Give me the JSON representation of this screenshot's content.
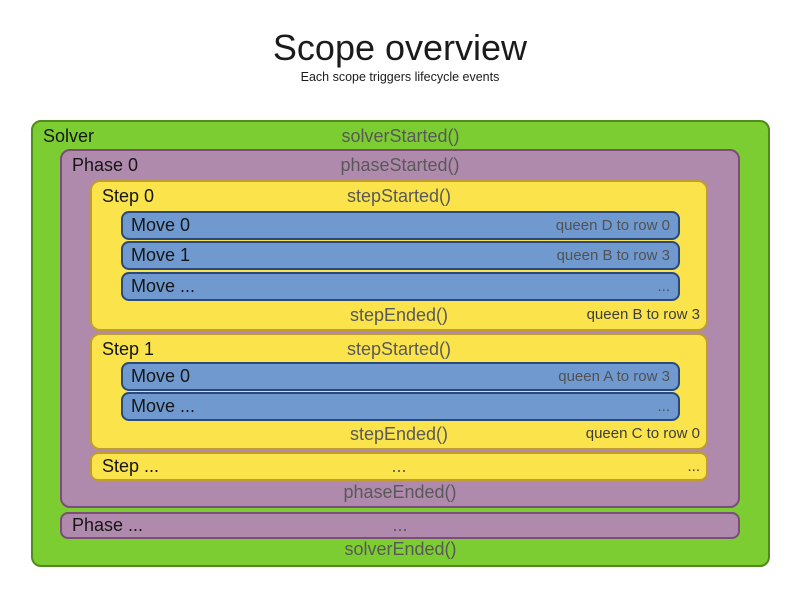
{
  "title": "Scope overview",
  "subtitle": "Each scope triggers lifecycle events",
  "colors": {
    "solver_fill": "#7ccd31",
    "solver_border": "#4e8c1c",
    "phase_fill": "#b08aac",
    "phase_border": "#7b4d78",
    "step_fill": "#fae34b",
    "step_border": "#bf9d2f",
    "move_fill": "#6f99cf",
    "move_border": "#2a4a7e"
  },
  "solver": {
    "label": "Solver",
    "started_event": "solverStarted()",
    "ended_event": "solverEnded()",
    "phases": [
      {
        "label": "Phase 0",
        "started_event": "phaseStarted()",
        "ended_event": "phaseEnded()",
        "steps": [
          {
            "label": "Step 0",
            "started_event": "stepStarted()",
            "ended_event": "stepEnded()",
            "ended_note": "queen B to row 3",
            "moves": [
              {
                "label": "Move 0",
                "note": "queen D to row 0"
              },
              {
                "label": "Move 1",
                "note": "queen B to row 3"
              },
              {
                "label": "Move ...",
                "note": "..."
              }
            ]
          },
          {
            "label": "Step 1",
            "started_event": "stepStarted()",
            "ended_event": "stepEnded()",
            "ended_note": "queen C to row 0",
            "moves": [
              {
                "label": "Move 0",
                "note": "queen A to row 3"
              },
              {
                "label": "Move ...",
                "note": "..."
              }
            ]
          },
          {
            "label": "Step ...",
            "center_text": "...",
            "right_text": "..."
          }
        ]
      },
      {
        "label": "Phase ...",
        "center_text": "..."
      }
    ]
  }
}
